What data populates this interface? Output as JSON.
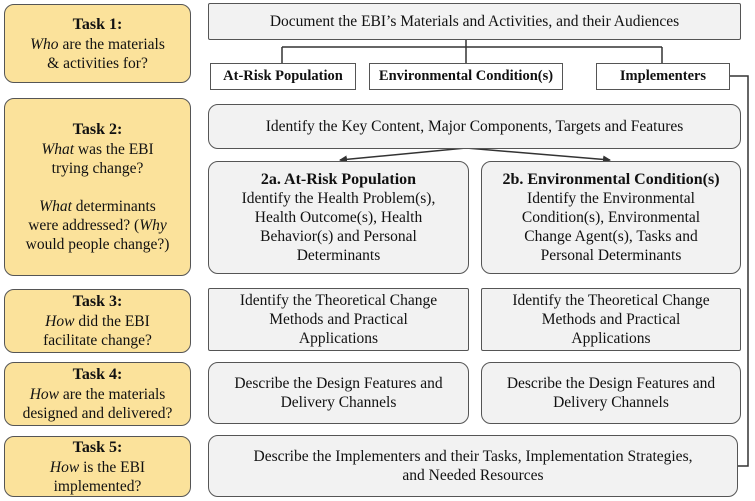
{
  "tasks": [
    {
      "title": "Task 1:",
      "lines": [
        [
          {
            "t": "Who",
            "i": true
          },
          {
            "t": " are the materials",
            "i": false
          }
        ],
        [
          {
            "t": "& activities for?",
            "i": false
          }
        ]
      ]
    },
    {
      "title": "Task 2:",
      "lines": [
        [
          {
            "t": "What",
            "i": true
          },
          {
            "t": " was the EBI",
            "i": false
          }
        ],
        [
          {
            "t": "trying change?",
            "i": false
          }
        ],
        [
          {
            "t": " ",
            "i": false
          }
        ],
        [
          {
            "t": "What",
            "i": true
          },
          {
            "t": " determinants",
            "i": false
          }
        ],
        [
          {
            "t": "were addressed? (",
            "i": false
          },
          {
            "t": "Why",
            "i": true
          }
        ],
        [
          {
            "t": "would people change?)",
            "i": false
          }
        ]
      ]
    },
    {
      "title": "Task 3:",
      "lines": [
        [
          {
            "t": "How",
            "i": true
          },
          {
            "t": " did the EBI",
            "i": false
          }
        ],
        [
          {
            "t": "facilitate change?",
            "i": false
          }
        ]
      ]
    },
    {
      "title": "Task 4:",
      "lines": [
        [
          {
            "t": "How",
            "i": true
          },
          {
            "t": " are the materials",
            "i": false
          }
        ],
        [
          {
            "t": "designed and delivered?",
            "i": false
          }
        ]
      ]
    },
    {
      "title": "Task 5:",
      "lines": [
        [
          {
            "t": "How",
            "i": true
          },
          {
            "t": " is the EBI",
            "i": false
          }
        ],
        [
          {
            "t": "implemented?",
            "i": false
          }
        ]
      ]
    }
  ],
  "doc_box": "Document the EBI’s Materials and Activities, and their Audiences",
  "audiences": {
    "at_risk": "At-Risk Population",
    "environmental": "Environmental Condition(s)",
    "implementers": "Implementers"
  },
  "key_content": "Identify the Key Content, Major Components, Targets and Features",
  "box_2a": {
    "heading": "2a. At-Risk Population",
    "lines": [
      "Identify the Health Problem(s),",
      "Health Outcome(s), Health",
      "Behavior(s) and Personal",
      "Determinants"
    ]
  },
  "box_2b": {
    "heading": "2b. Environmental Condition(s)",
    "lines": [
      "Identify the Environmental",
      "Condition(s), Environmental",
      "Change Agent(s), Tasks and",
      "Personal Determinants"
    ]
  },
  "theory_left": [
    "Identify the Theoretical Change",
    "Methods and Practical",
    "Applications"
  ],
  "theory_right": [
    "Identify the Theoretical Change",
    "Methods and Practical",
    "Applications"
  ],
  "design_left": [
    "Describe the Design Features and",
    "Delivery Channels"
  ],
  "design_right": [
    "Describe the Design Features and",
    "Delivery Channels"
  ],
  "implement_box": [
    "Describe the Implementers and their Tasks, Implementation Strategies,",
    "and Needed Resources"
  ]
}
